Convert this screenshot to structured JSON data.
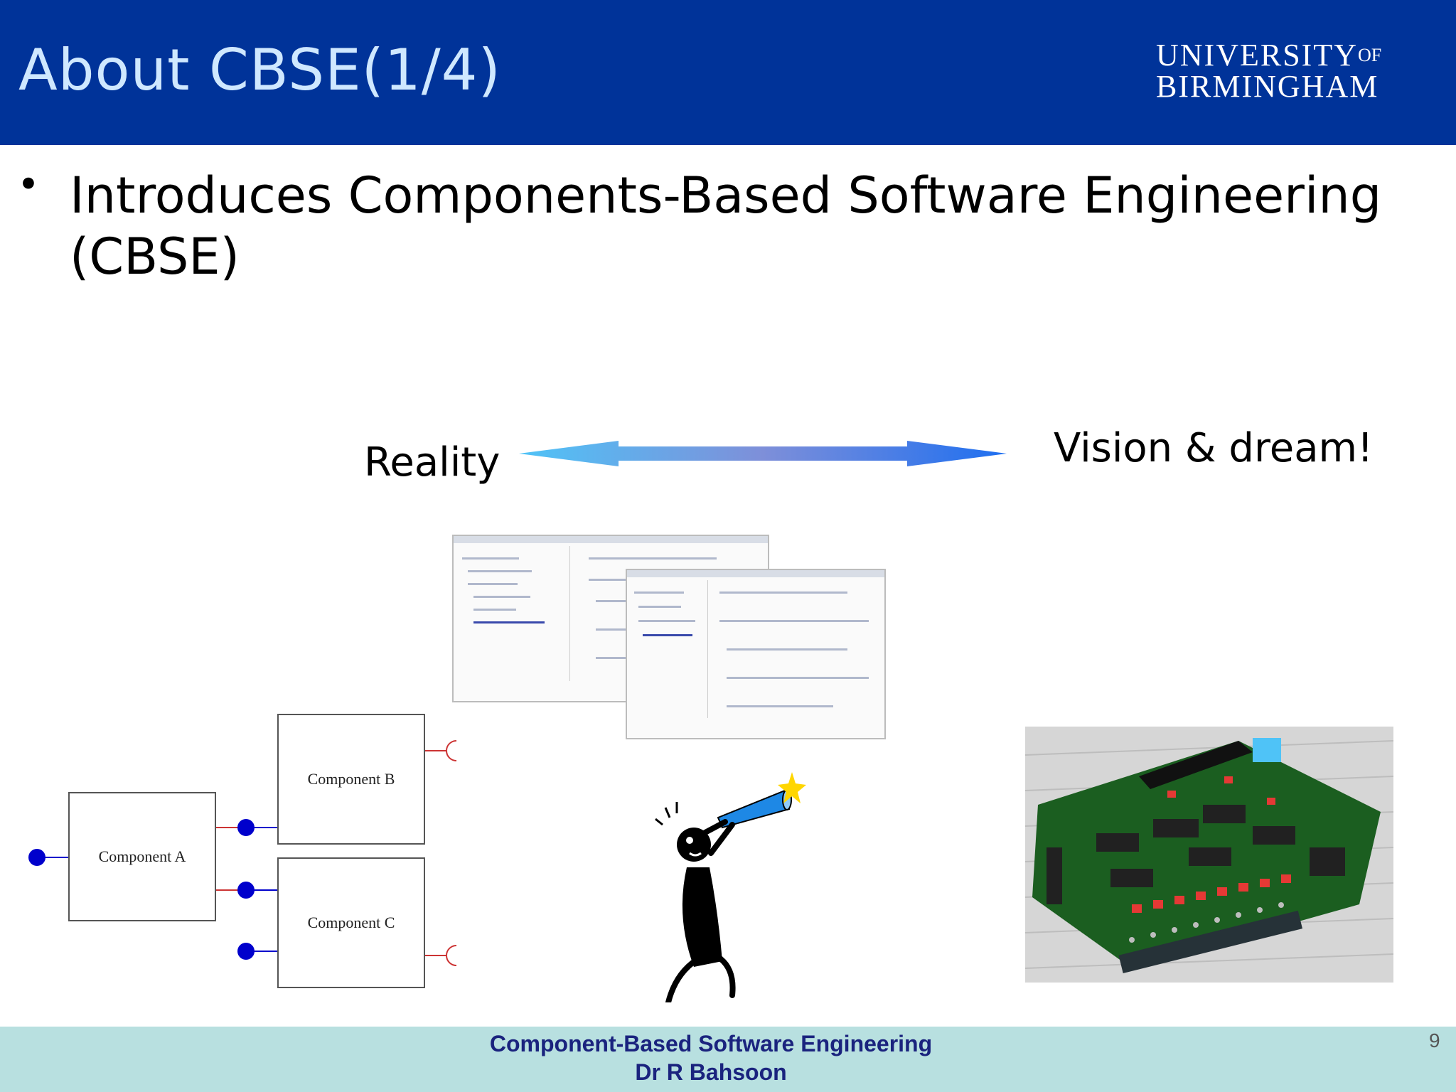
{
  "slide": {
    "title": "About CBSE(1/4)",
    "logo": {
      "line1": "UNIVERSITY",
      "of": "OF",
      "line2": "BIRMINGHAM"
    },
    "bullet": "Introduces Components-Based Software Engineering (CBSE)",
    "reality_label": "Reality",
    "vision_label": "Vision & dream!",
    "components": {
      "a": "Component A",
      "b": "Component B",
      "c": "Component C"
    },
    "footer": {
      "line1": "Component-Based Software Engineering",
      "line2": "Dr R Bahsoon"
    },
    "page_number": "9"
  },
  "colors": {
    "header_bg": "#003399",
    "title_text": "#cfe8ff",
    "footer_bg": "#b8e0e0",
    "footer_text": "#1a237e",
    "connector_blue": "#0000cc",
    "connector_red": "#cc3333",
    "arrow_gradient": [
      "#4fc3f7",
      "#7e8fd9",
      "#1e6ff0"
    ]
  },
  "icons": [
    "double-arrow-icon",
    "telescope-figure-icon",
    "star-icon",
    "circuit-board-image",
    "ide-screenshot-image"
  ]
}
